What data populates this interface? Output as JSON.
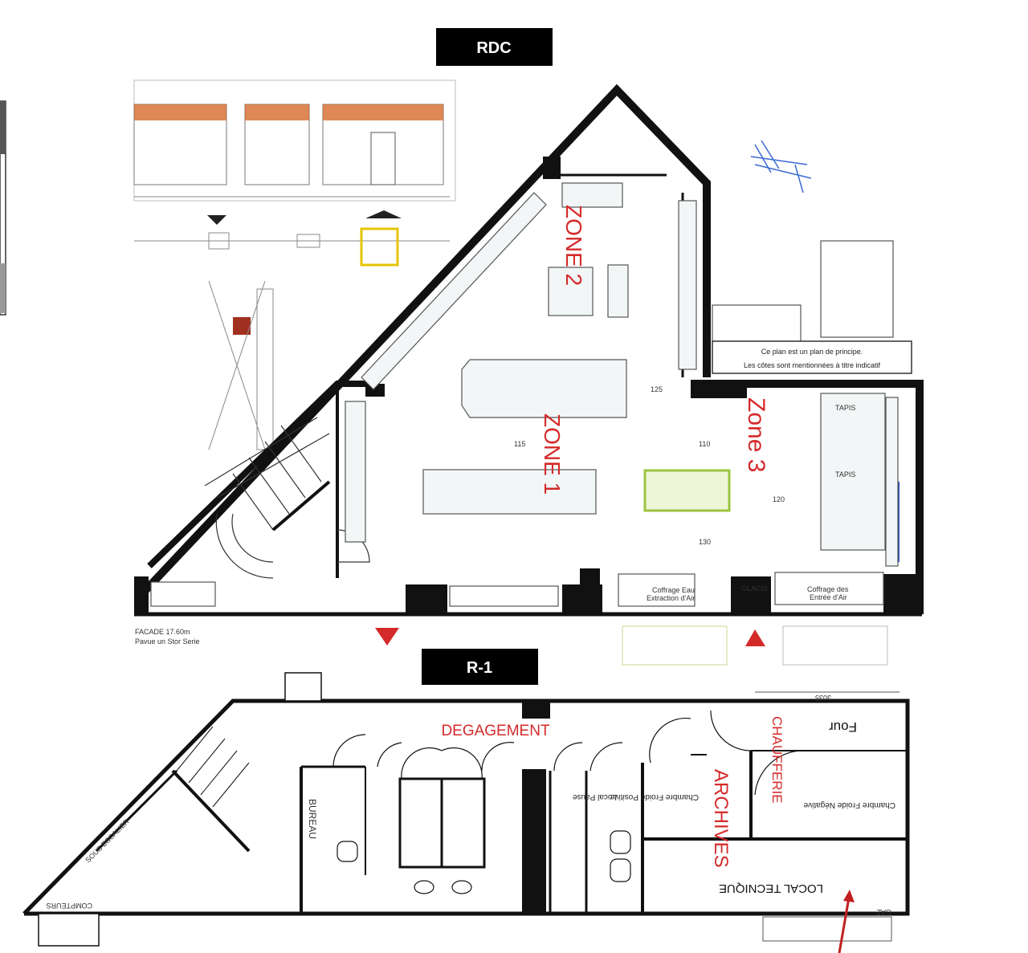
{
  "levels": {
    "ground": {
      "title": "RDC",
      "zones": [
        "ZONE 2",
        "ZONE 1",
        "Zone 3"
      ],
      "labels": {
        "tapis_1": "TAPIS",
        "tapis_2": "TAPIS",
        "glacis": "GLACIS",
        "coffrage_1": "Coffrage Eau",
        "coffrage_1b": "Extraction d'Air",
        "coffrage_2": "Coffrage des",
        "coffrage_2b": "Entrée d'Air",
        "facade": "FACADE 17.60m",
        "facade_sub": "Pavue un Stor Serie",
        "dim_125": "125",
        "dim_115": "115",
        "dim_110": "110",
        "dim_130": "130",
        "dim_120": "120"
      },
      "notice_lines": [
        "Ce plan est un plan de principe.",
        "Les côtes sont mentionnées à titre indicatif"
      ],
      "access_markers": [
        "entrance-arrow-down",
        "entrance-arrow-up"
      ]
    },
    "basement": {
      "title": "R-1",
      "rooms": {
        "degagement": "DEGAGEMENT",
        "archives": "ARCHIVES",
        "chaufferie": "CHAUFFERIE",
        "four": "Four",
        "bureau": "BUREAU",
        "local_pause": "Local Pause",
        "chambre_positive": "Chambre Froide Positive",
        "chambre_negative": "Chambre Froide Négative",
        "local_technique": "LOCAL TECNIQUE",
        "gaz": "GAZ",
        "sous_escalier": "SOUS ESCALIER",
        "compteurs": "COMPTEURS"
      },
      "dimension": "3035"
    }
  },
  "colors": {
    "wall": "#111111",
    "zone_label": "#d42a2a",
    "arrow": "#d42a2a",
    "title_bg": "#000000"
  }
}
